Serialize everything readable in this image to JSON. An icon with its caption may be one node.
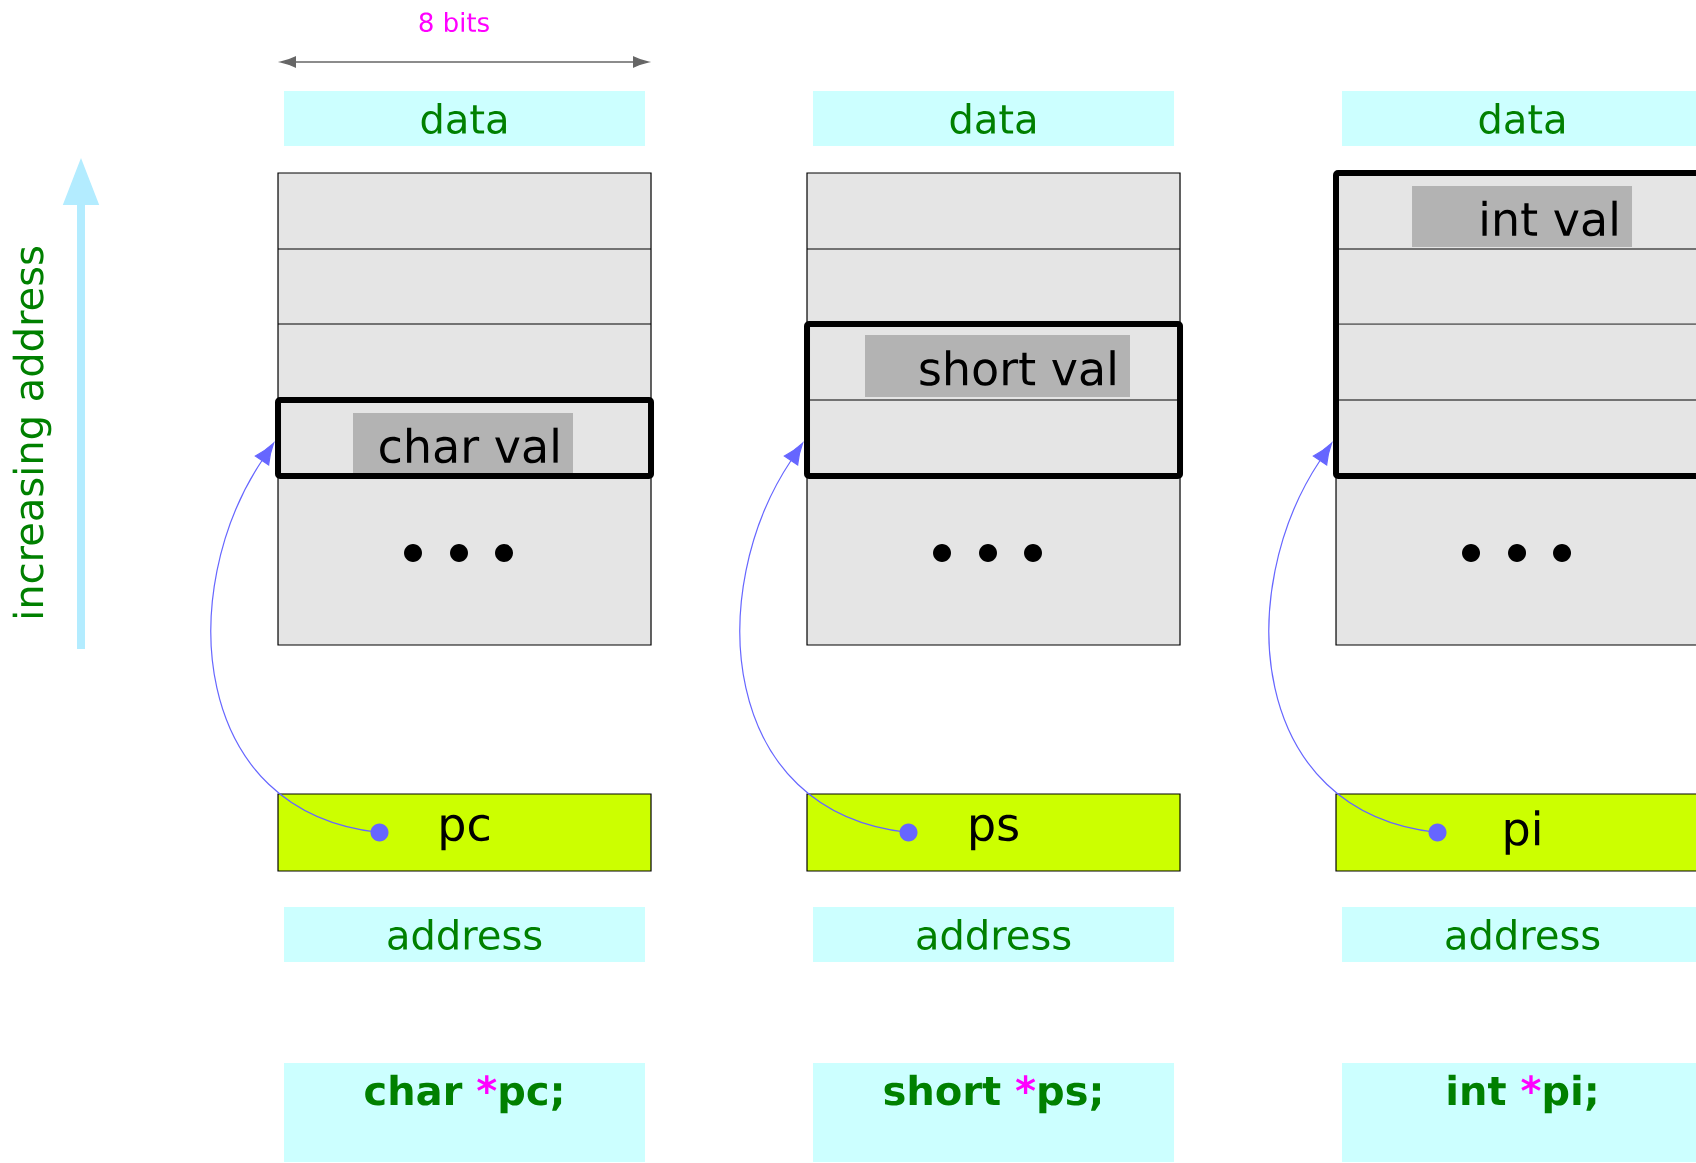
{
  "diagram": {
    "nodes": [
      {
        "text": [
          "data"
        ]
      },
      {
        "text": [],
        "shape": "box"
      },
      {
        "text": [
          "char val"
        ],
        "in": 1
      },
      {
        "text": [
          "pc"
        ]
      },
      {
        "text": [
          "address"
        ]
      },
      {
        "text": [
          "char",
          "*",
          "pc;"
        ]
      },
      {
        "text": [
          "data"
        ]
      },
      {
        "text": [],
        "shape": "box"
      },
      {
        "text": [
          "short val"
        ],
        "in": 7
      },
      {
        "text": [
          "ps"
        ]
      },
      {
        "text": [
          "address"
        ]
      },
      {
        "text": [
          "short",
          "*",
          "ps;"
        ]
      },
      {
        "text": [
          "data"
        ]
      },
      {
        "text": [],
        "shape": "box"
      },
      {
        "text": [
          "int val"
        ],
        "in": 13
      },
      {
        "text": [
          "pi"
        ]
      },
      {
        "text": [
          "address"
        ]
      },
      {
        "text": [
          "int",
          "*",
          "pi;"
        ]
      }
    ],
    "edges": [
      {
        "from": 3,
        "to": 2,
        "arrow": "to",
        "color": "#6666ff"
      },
      {
        "from": 9,
        "to": 8,
        "arrow": "to",
        "color": "#6666ff"
      },
      {
        "from": 15,
        "to": 14,
        "arrow": "to",
        "color": "#6666ff"
      }
    ],
    "labels": [
      "8 bits",
      "increasing address"
    ]
  }
}
